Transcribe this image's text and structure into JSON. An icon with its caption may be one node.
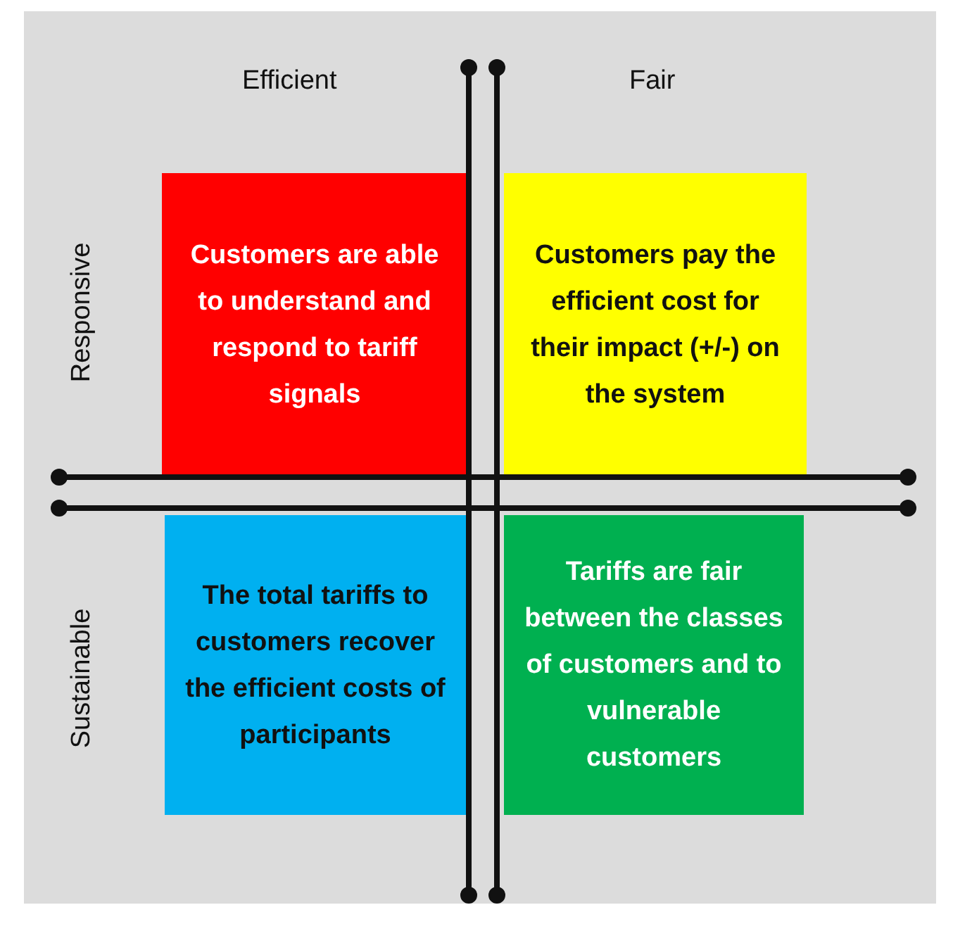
{
  "diagram": {
    "nodes": [
      {
        "text": [
          "Customers are able to understand and respond to tariff signals"
        ]
      },
      {
        "text": [
          "Customers  pay the efficient cost for their impact (+/-) on the system"
        ]
      },
      {
        "text": [
          "The total tariffs to customers recover the efficient costs of participants"
        ]
      },
      {
        "text": [
          "Tariffs are fair between the classes of customers and to vulnerable customers"
        ]
      }
    ],
    "labels": [
      "Efficient",
      "Fair",
      "Responsive",
      "Sustainable"
    ]
  }
}
